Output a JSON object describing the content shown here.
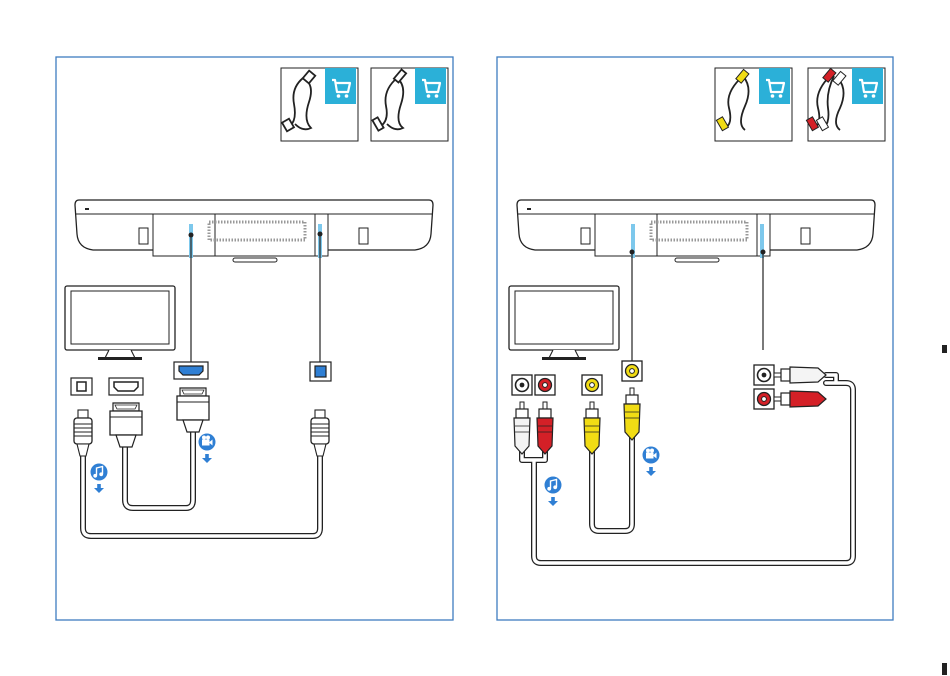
{
  "colors": {
    "frame": "#3e7cc0",
    "accessory_card": "#2bb0d8",
    "highlight": "#7dc8ec",
    "badge": "#2f7fd4",
    "rca_red": "#d42027",
    "rca_white": "#f4f4f4",
    "rca_yellow": "#f1dc14",
    "optical_port": "#2f7fd4",
    "line": "#222222"
  },
  "panels": [
    {
      "name": "digital-connections",
      "accessories": [
        "hdmi-cable-icon",
        "optical-cable-icon"
      ],
      "tv_ports": [
        "optical-out-port",
        "hdmi-port"
      ],
      "soundbar_ports": [
        "hdmi-port",
        "optical-in-port"
      ],
      "badges": [
        "music-note-icon",
        "video-icon"
      ]
    },
    {
      "name": "analog-connections",
      "accessories": [
        "composite-av-cable-icon",
        "stereo-rca-cable-icon"
      ],
      "tv_ports": [
        "audio-l-white",
        "audio-r-red",
        "video-yellow"
      ],
      "soundbar_ports": [
        "video-yellow",
        "audio-l-white",
        "audio-r-red"
      ],
      "badges": [
        "music-note-icon",
        "video-icon"
      ]
    }
  ]
}
